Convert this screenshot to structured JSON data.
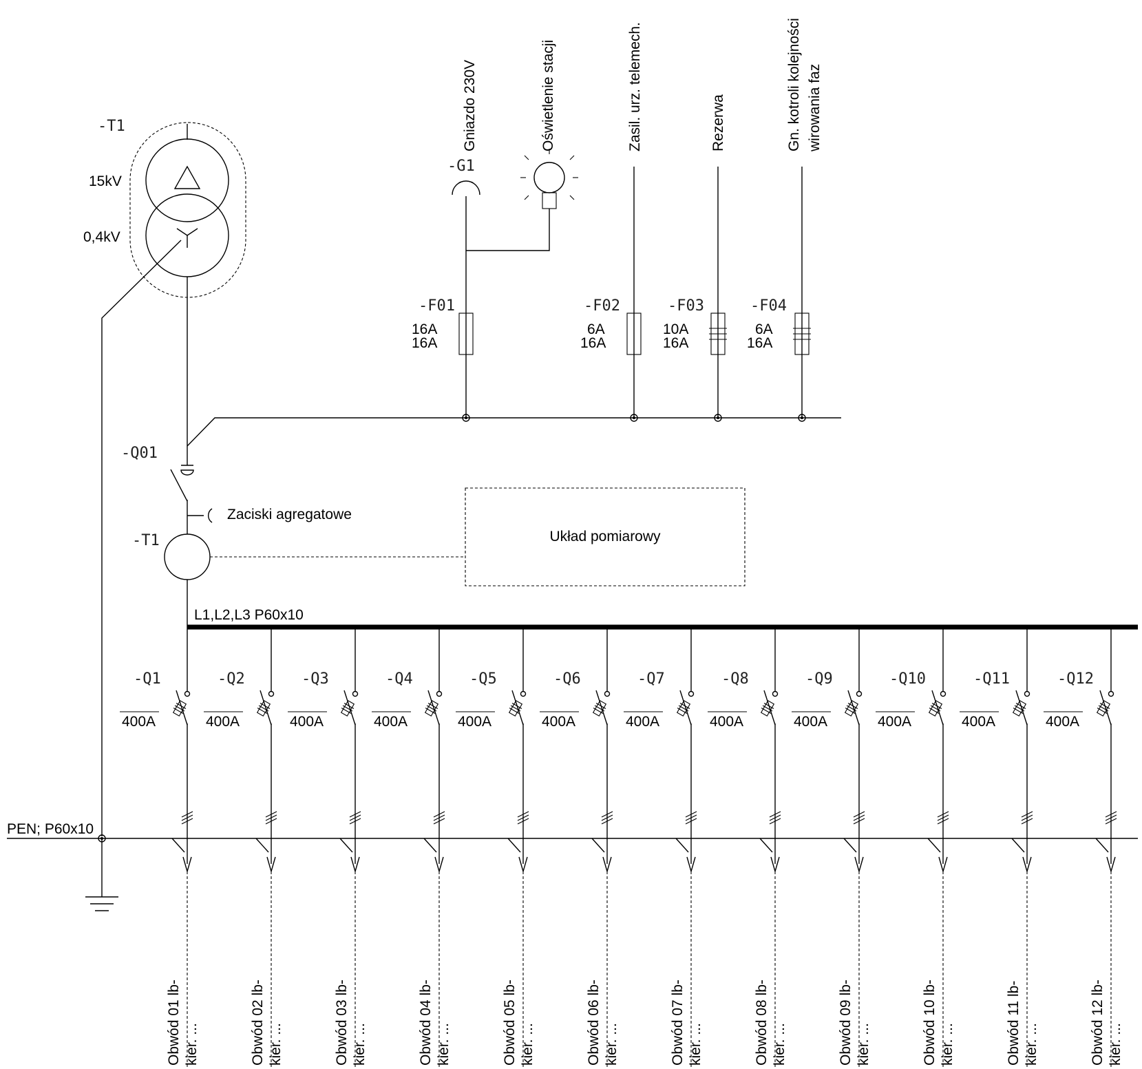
{
  "transformer": {
    "code": "-T1",
    "hv_label": "15kV",
    "lv_label": "0,4kV"
  },
  "aux_circuits": [
    {
      "code": "-F01",
      "rating_1": "16A",
      "rating_2": "16A",
      "fuse": "single"
    },
    {
      "code": "-F02",
      "rating_1": "6A",
      "rating_2": "16A",
      "fuse": "single"
    },
    {
      "code": "-F03",
      "rating_1": "10A",
      "rating_2": "16A",
      "fuse": "triple"
    },
    {
      "code": "-F04",
      "rating_1": "6A",
      "rating_2": "16A",
      "fuse": "triple"
    }
  ],
  "aux_loads": {
    "socket_code": "-G1",
    "socket_label": "Gniazdo 230V",
    "lighting_label": "Oświetlenie stacji",
    "telemech_label": "Zasil. urz. telemech.",
    "reserve_label": "Rezerwa",
    "phase_socket_line1": "Gn. kotroli kolejności",
    "phase_socket_line2": "wirowania faz"
  },
  "main_switch": {
    "code": "-Q01",
    "generator_label": "Zaciski agregatowe",
    "ct_code": "-T1",
    "metering_label": "Układ pomiarowy"
  },
  "busbars": {
    "phase_label": "L1,L2,L3 P60x10",
    "pen_label": "PEN; P60x10"
  },
  "feeders": [
    {
      "code": "-Q1",
      "rating": "400A",
      "circuit": "Obwód 01 lb-",
      "direction": "kier. ..."
    },
    {
      "code": "-Q2",
      "rating": "400A",
      "circuit": "Obwód 02 lb-",
      "direction": "kier. ..."
    },
    {
      "code": "-Q3",
      "rating": "400A",
      "circuit": "Obwód 03 lb-",
      "direction": "kier. ..."
    },
    {
      "code": "-Q4",
      "rating": "400A",
      "circuit": "Obwód 04 lb-",
      "direction": "kier. ..."
    },
    {
      "code": "-Q5",
      "rating": "400A",
      "circuit": "Obwód 05 lb-",
      "direction": "kier. ..."
    },
    {
      "code": "-Q6",
      "rating": "400A",
      "circuit": "Obwód 06 lb-",
      "direction": "kier. ..."
    },
    {
      "code": "-Q7",
      "rating": "400A",
      "circuit": "Obwód 07 lb-",
      "direction": "kier. ..."
    },
    {
      "code": "-Q8",
      "rating": "400A",
      "circuit": "Obwód 08 lb-",
      "direction": "kier. ..."
    },
    {
      "code": "-Q9",
      "rating": "400A",
      "circuit": "Obwód 09 lb-",
      "direction": "kier. ..."
    },
    {
      "code": "-Q10",
      "rating": "400A",
      "circuit": "Obwód 10 lb-",
      "direction": "kier. ..."
    },
    {
      "code": "-Q11",
      "rating": "400A",
      "circuit": "Obwód 11 lb-",
      "direction": "kier. ..."
    },
    {
      "code": "-Q12",
      "rating": "400A",
      "circuit": "Obwód 12 lb-",
      "direction": "kier. ..."
    }
  ]
}
